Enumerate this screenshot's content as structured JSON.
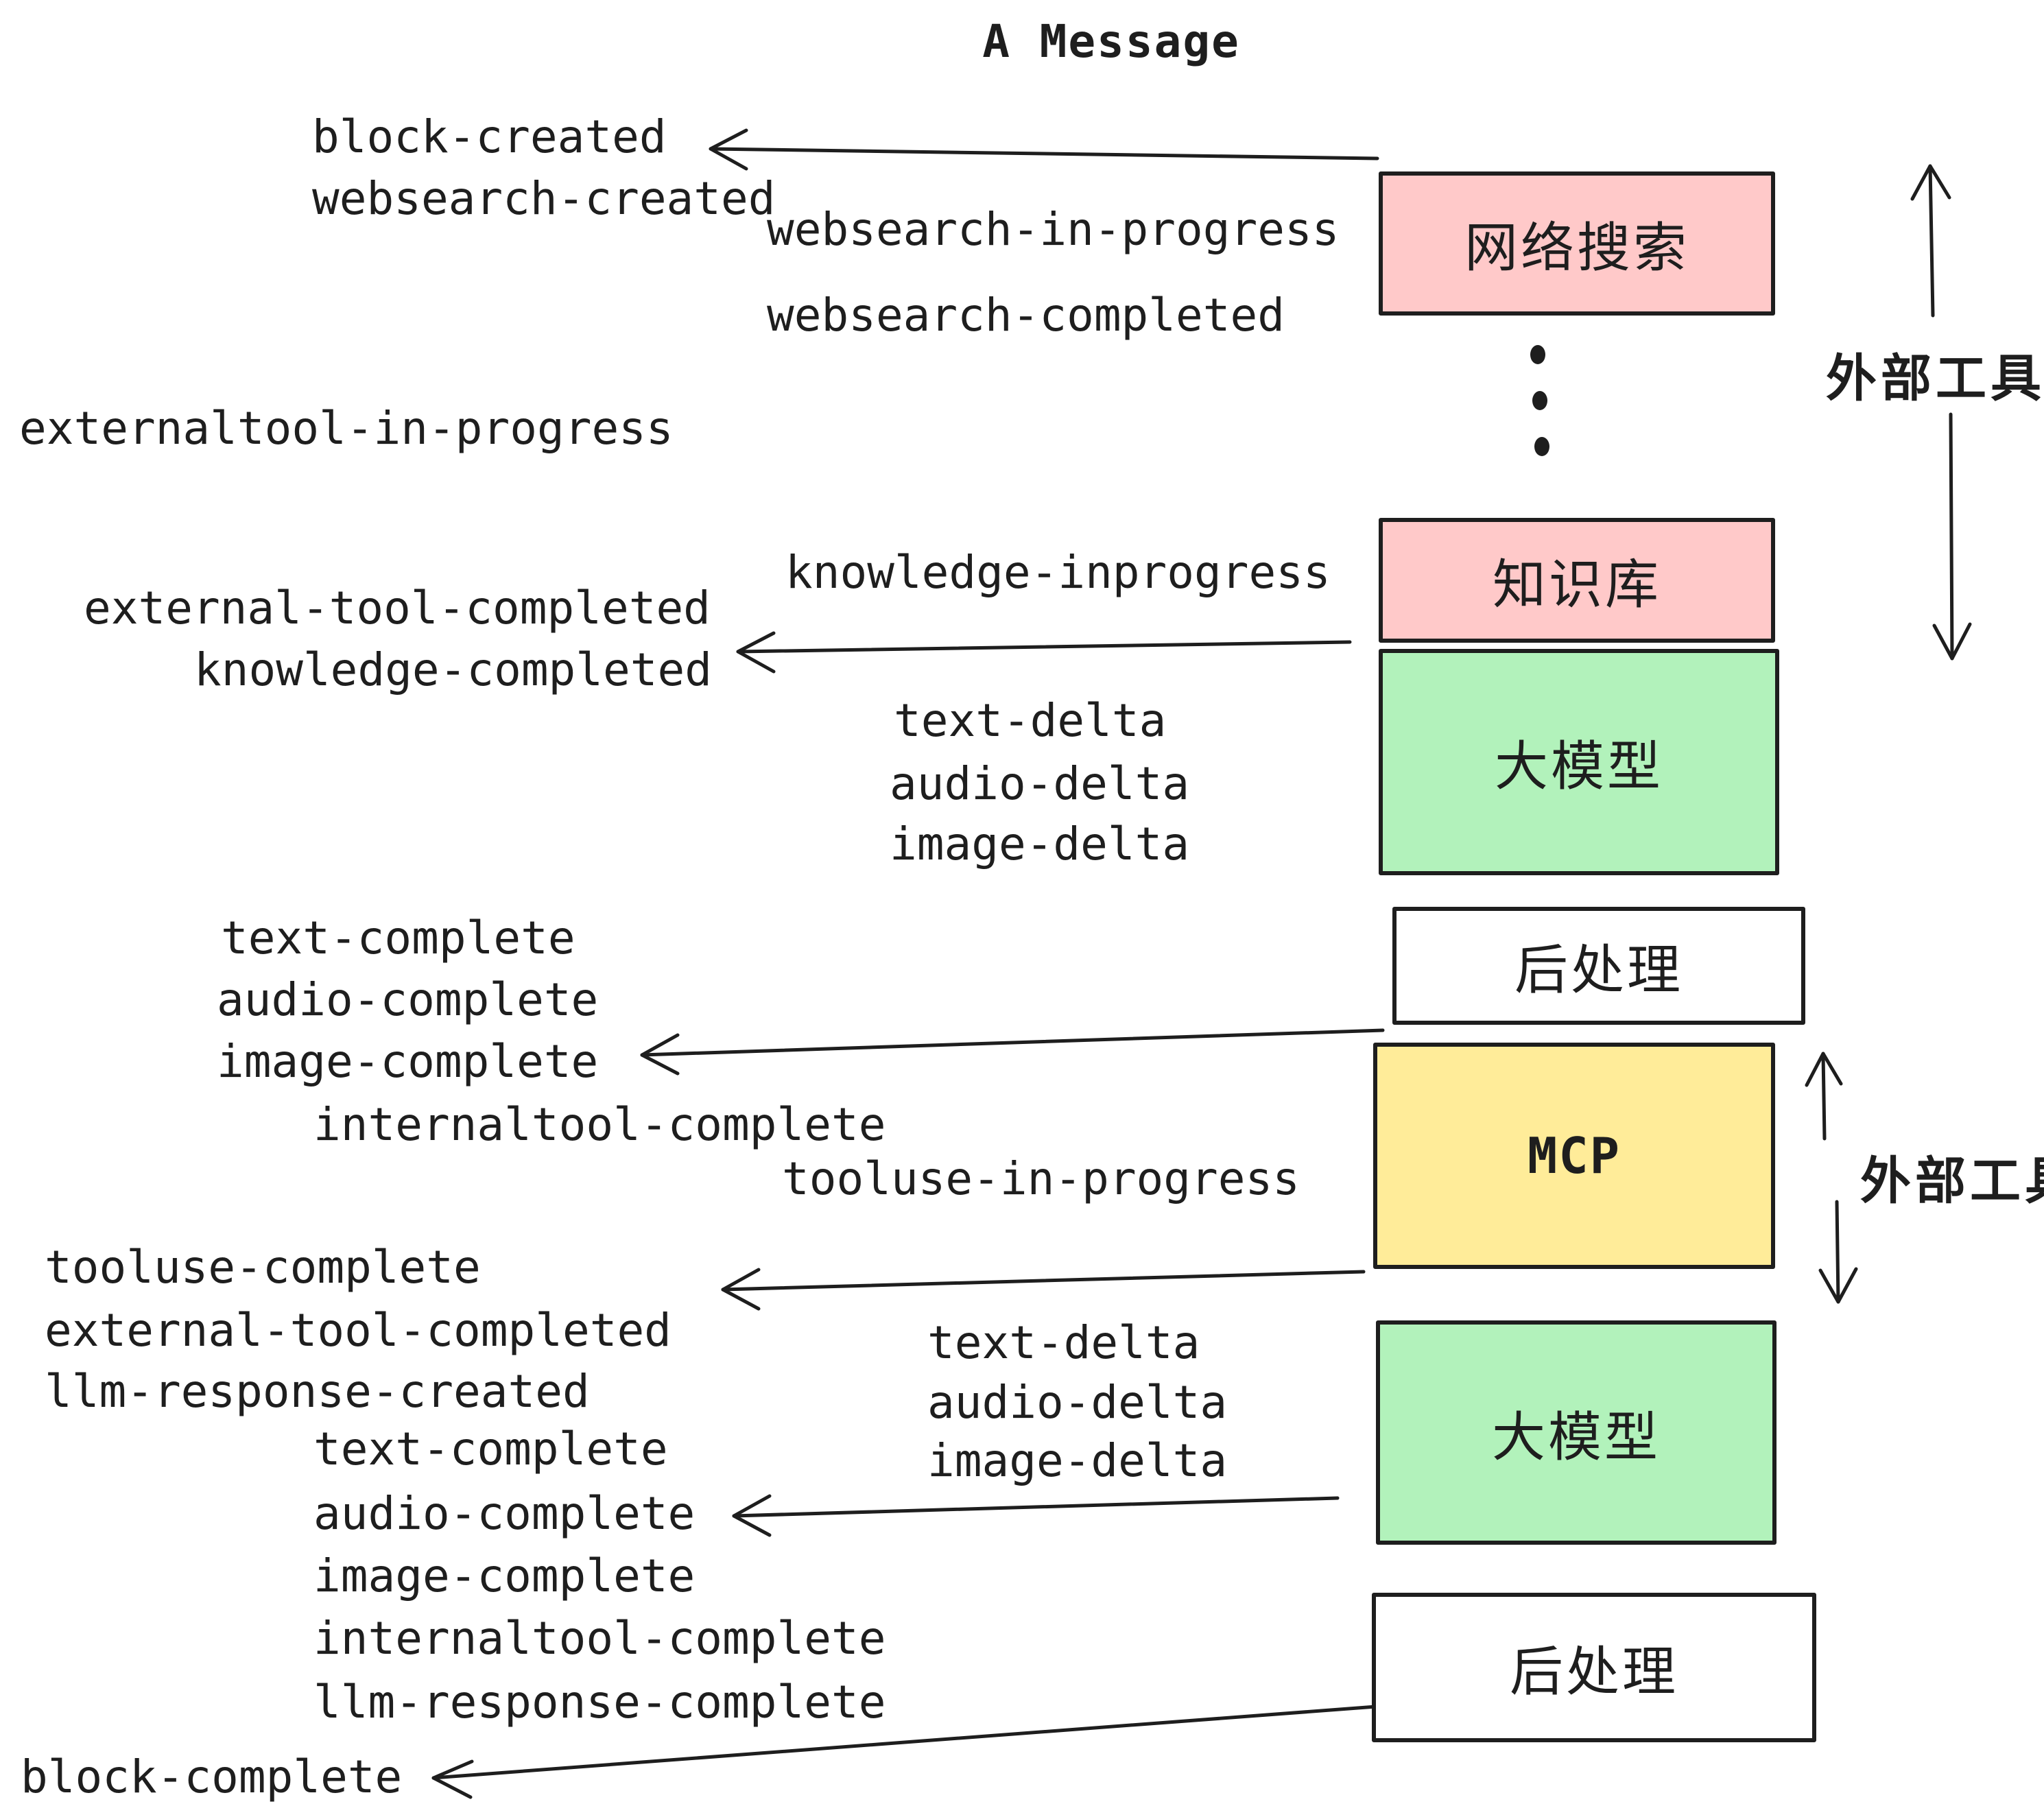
{
  "title": "A Message",
  "palette": {
    "pink": "#ffc9c9",
    "green": "#b2f2bb",
    "yellow": "#ffec99",
    "white": "#ffffff",
    "ink": "#1e1e1e",
    "background": "#ffffff"
  },
  "boxes": [
    {
      "id": "web-search",
      "label": "网络搜索",
      "fill": "pink"
    },
    {
      "id": "knowledge-base",
      "label": "知识库",
      "fill": "pink"
    },
    {
      "id": "llm-1",
      "label": "大模型",
      "fill": "green"
    },
    {
      "id": "post-process-1",
      "label": "后处理",
      "fill": "white"
    },
    {
      "id": "mcp",
      "label": "MCP",
      "fill": "yellow"
    },
    {
      "id": "llm-2",
      "label": "大模型",
      "fill": "green"
    },
    {
      "id": "post-process-2",
      "label": "后处理",
      "fill": "white"
    }
  ],
  "side_labels": [
    {
      "text": "外部工具"
    },
    {
      "text": "外部工具"
    }
  ],
  "events": [
    {
      "text": "block-created"
    },
    {
      "text": "websearch-created"
    },
    {
      "text": "websearch-in-progress"
    },
    {
      "text": "websearch-completed"
    },
    {
      "text": "externaltool-in-progress"
    },
    {
      "text": "knowledge-inprogress"
    },
    {
      "text": "external-tool-completed"
    },
    {
      "text": "knowledge-completed"
    },
    {
      "text": "text-delta"
    },
    {
      "text": "audio-delta"
    },
    {
      "text": "image-delta"
    },
    {
      "text": "text-complete"
    },
    {
      "text": "audio-complete"
    },
    {
      "text": "image-complete"
    },
    {
      "text": "internaltool-complete"
    },
    {
      "text": "tooluse-in-progress"
    },
    {
      "text": "tooluse-complete"
    },
    {
      "text": "external-tool-completed"
    },
    {
      "text": "llm-response-created"
    },
    {
      "text": "text-delta"
    },
    {
      "text": "audio-delta"
    },
    {
      "text": "image-delta"
    },
    {
      "text": "text-complete"
    },
    {
      "text": "audio-complete"
    },
    {
      "text": "image-complete"
    },
    {
      "text": "internaltool-complete"
    },
    {
      "text": "llm-response-complete"
    },
    {
      "text": "block-complete"
    }
  ]
}
